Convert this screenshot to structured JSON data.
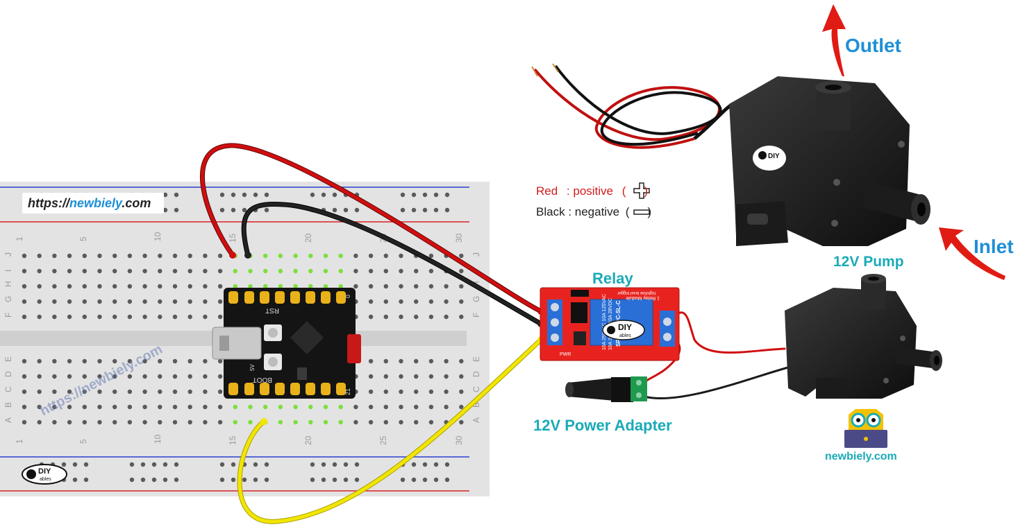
{
  "watermark": {
    "url_prefix": "https://",
    "url_highlight": "newbiely",
    "url_suffix": ".com",
    "diagonal_text": "https://newbiely.com",
    "brand_short": "DIY",
    "brand_sub": "ables",
    "footer_site": "newbiely.com"
  },
  "labels": {
    "relay": "Relay",
    "pump": "12V Pump",
    "adapter": "12V Power Adapter",
    "outlet": "Outlet",
    "inlet": "Inlet"
  },
  "legend": {
    "red_name": "Red",
    "red_desc": ": positive",
    "black_name": "Black",
    "black_desc": ": negative"
  },
  "breadboard": {
    "col_numbers_top": [
      "1",
      "5",
      "10",
      "15",
      "20",
      "25",
      "30"
    ],
    "col_numbers_bottom": [
      "1",
      "5",
      "10",
      "15",
      "20",
      "25",
      "30"
    ],
    "row_letters_top": [
      "J",
      "I",
      "H",
      "G",
      "F"
    ],
    "row_letters_bottom": [
      "E",
      "D",
      "C",
      "B",
      "A"
    ]
  },
  "board": {
    "btn_rst": "RST",
    "btn_boot": "BOOT",
    "pin_top_right": "0",
    "pin_bottom_right": "21",
    "pin_5v": "5V"
  },
  "relay_module": {
    "title": "1 Relay Module",
    "subtitle": "high/low level trigger",
    "coil_text": "SRD-05VDC-SL-C",
    "spec1": "10A 250VAC 10A 125VAC",
    "spec2": "10A 30VDC 10A 28VDC",
    "brand": "DIY",
    "brand_sub": "ables",
    "led_label": "PWR"
  },
  "colors": {
    "wire_red": "#d10e0e",
    "wire_black": "#1a1a1a",
    "wire_yellow": "#f2e600",
    "relay_pcb": "#e8231f",
    "relay_coil": "#2a6fd6",
    "adapter_terminal": "#1e9a4f",
    "accent_blue": "#1e8fd6",
    "accent_teal": "#1aaab8",
    "arrow_red": "#e01b14",
    "breadboard": "#e3e3e3"
  }
}
